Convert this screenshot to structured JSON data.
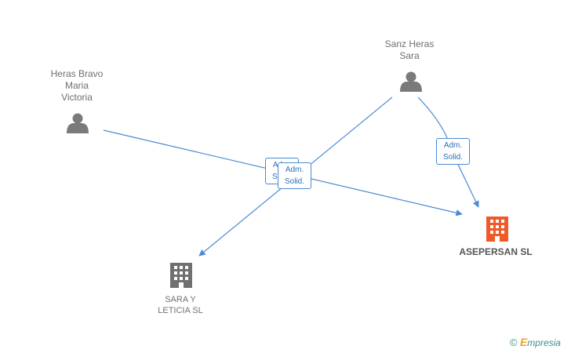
{
  "nodes": {
    "heras_bravo": {
      "label_lines": [
        "Heras Bravo",
        "Maria",
        "Victoria"
      ],
      "type": "person"
    },
    "sanz_heras": {
      "label_lines": [
        "Sanz Heras",
        "Sara"
      ],
      "type": "person"
    },
    "asepersan": {
      "label": "ASEPERSAN SL",
      "type": "company",
      "color": "#f05a28"
    },
    "sara_leticia": {
      "label_lines": [
        "SARA Y",
        "LETICIA  SL"
      ],
      "type": "company",
      "color": "#707070"
    }
  },
  "edges": {
    "sanz_to_asepersan": {
      "role_line1": "Adm.",
      "role_line2": "Solid."
    },
    "heras_to_asepersan": {
      "role_line1": "Adm.",
      "role_line2": "Solid."
    },
    "sanz_to_sara_leticia": {
      "role_line1": "Adm.",
      "role_line2": "Solid."
    }
  },
  "colors": {
    "edge": "#4a8ad4",
    "person_icon": "#7a7a7a",
    "company_main": "#f05a28",
    "company_other": "#707070"
  },
  "watermark": {
    "copyright": "©",
    "brand_initial": "E",
    "brand_rest": "mpresia"
  }
}
